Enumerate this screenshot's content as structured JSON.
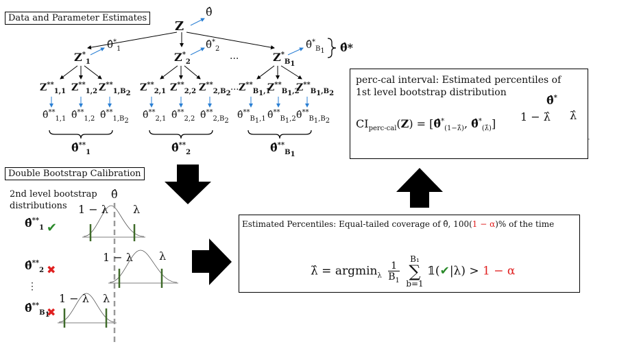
{
  "titles": {
    "estimates": "Data and Parameter Estimates",
    "double_bootstrap": "Double Bootstrap Calibration",
    "second_level": "2nd level bootstrap",
    "second_level_2": "distributions"
  },
  "tree": {
    "root": "Z",
    "root_est": "θ̂",
    "theta_star": "θ̂*",
    "ellipsis": "...",
    "vdots": "⋮"
  },
  "perc_cal": {
    "line1": "perc-cal interval: Estimated percentiles of",
    "line2": "1st level bootstrap distribution",
    "ci_label": "CI",
    "ci_sub": "perc-cal",
    "ci_rest": "(Z) = [θ̂*(1−λ̂), θ̂*(λ̂)]"
  },
  "estimated": {
    "header_prefix": "Estimated Percentiles: Equal-tailed coverage of θ̂, 100(",
    "header_red": "1 − α",
    "header_suffix": ")% of the time",
    "formula_left": "λ̂ = argmin",
    "formula_sub": "λ",
    "formula_frac": "1 / B₁",
    "formula_sum_top": "B₁",
    "formula_sum_bot": "b=1",
    "formula_indicator": "𝟙(✔|λ) >",
    "formula_red": "1 − α"
  },
  "marks": {
    "check": "✔",
    "cross": "✖"
  },
  "colors": {
    "arrow_blue": "#2a7fd4",
    "red": "#e02020",
    "green": "#2a8a2a",
    "tick_green": "#3f6b2a"
  }
}
